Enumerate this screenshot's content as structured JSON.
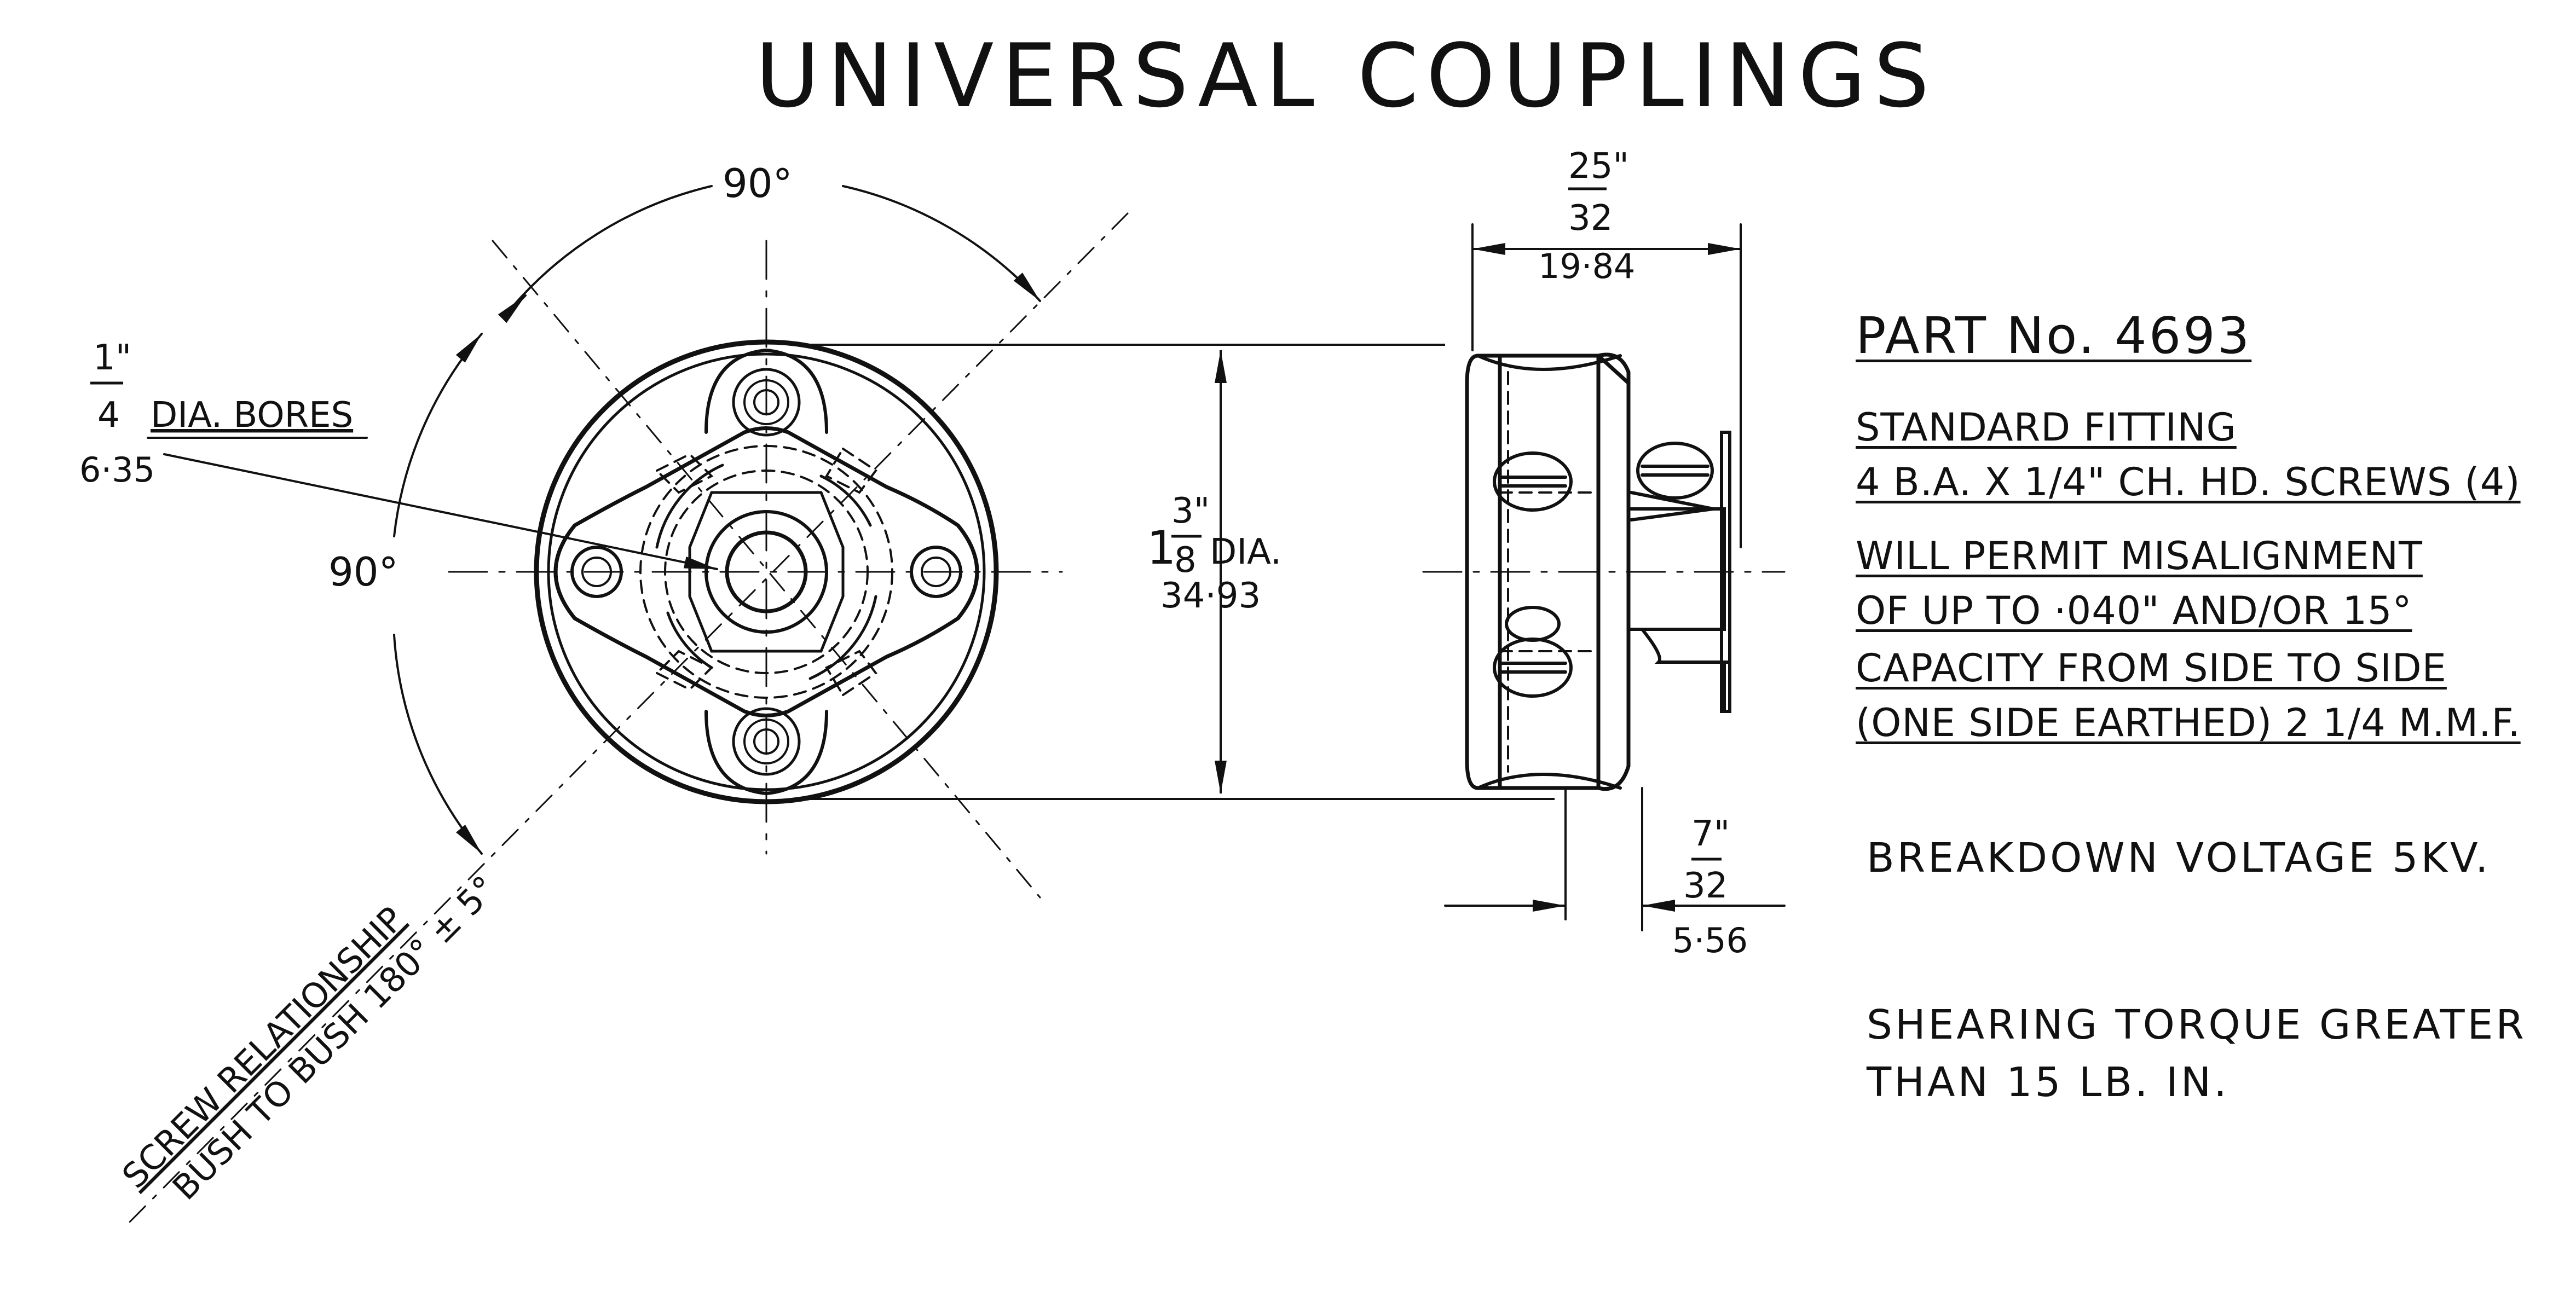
{
  "title": "UNIVERSAL   COUPLINGS",
  "part_number": "PART No. 4693",
  "spec_lines": [
    "STANDARD  FITTING",
    "4 B.A. X 1/4\" CH. HD. SCREWS (4)",
    "WILL PERMIT MISALIGNMENT",
    "OF UP TO ·040\" AND/OR 15°",
    "CAPACITY FROM SIDE TO SIDE",
    "(ONE SIDE EARTHED) 2 1/4 M.M.F."
  ],
  "notes": [
    "BREAKDOWN  VOLTAGE 5KV.",
    "SHEARING TORQUE GREATER",
    "THAN 15 LB. IN."
  ],
  "dimensions": {
    "angle_top": "90°",
    "angle_left": "90°",
    "bore_fraction_num": "1\"",
    "bore_fraction_den": "4",
    "bore_label": "DIA. BORES",
    "bore_mm": "6·35",
    "dia_whole": "1",
    "dia_num": "3\"",
    "dia_den": "8",
    "dia_label": "DIA.",
    "dia_mm": "34·93",
    "width_num": "25\"",
    "width_den": "32",
    "width_mm": "19·84",
    "hub_num": "7\"",
    "hub_den": "32",
    "hub_mm": "5·56"
  },
  "screw_note": {
    "line1": "SCREW RELATIONSHIP",
    "line2": "BUSH TO BUSH 180° ± 5°"
  }
}
